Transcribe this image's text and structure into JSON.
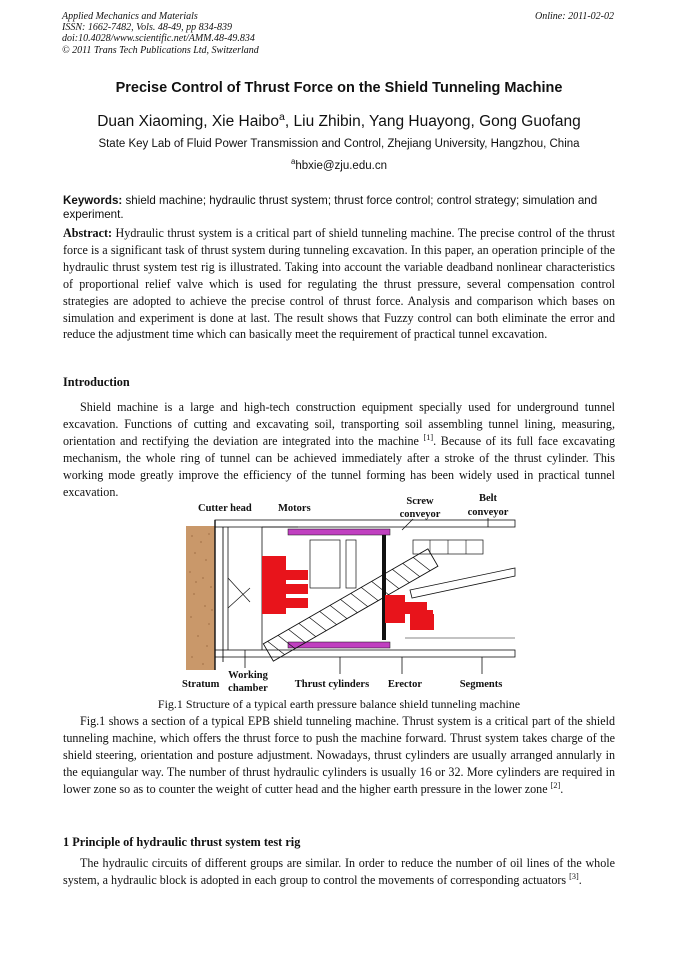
{
  "header": {
    "journal": "Applied Mechanics and Materials",
    "issn": "ISSN: 1662-7482, Vols. 48-49, pp 834-839",
    "doi": "doi:10.4028/www.scientific.net/AMM.48-49.834",
    "copyright": "© 2011 Trans Tech Publications Ltd, Switzerland",
    "online": "Online: 2011-02-02"
  },
  "paper": {
    "title": "Precise Control of Thrust Force on the Shield Tunneling Machine",
    "authors_pre": "Duan Xiaoming, Xie Haibo",
    "authors_sup": "a",
    "authors_post": ", Liu Zhibin, Yang Huayong, Gong Guofang",
    "affiliation": "State Key Lab of Fluid Power Transmission and Control, Zhejiang University, Hangzhou, China",
    "email_sup": "a",
    "email": "hbxie@zju.edu.cn"
  },
  "keywords": {
    "label": "Keywords:",
    "text": " shield machine; hydraulic thrust system; thrust force control; control strategy; simulation and experiment."
  },
  "abstract": {
    "label": "Abstract:",
    "text": " Hydraulic thrust system is a critical part of shield tunneling machine. The precise control of the thrust force is a significant task of thrust system during tunneling excavation. In this paper, an operation principle of the hydraulic thrust system test rig is illustrated. Taking into account the variable deadband nonlinear characteristics of proportional relief valve which is used for regulating the thrust pressure, several compensation control strategies are adopted to achieve the precise control of thrust force. Analysis and comparison which bases on simulation and experiment is done at last. The result shows that Fuzzy control can both eliminate the error and reduce the adjustment time which can basically meet the requirement of practical tunnel excavation."
  },
  "introduction": {
    "heading": "Introduction",
    "p1_a": "Shield machine is a large and high-tech construction equipment specially used for underground tunnel excavation. Functions of cutting and excavating soil, transporting soil assembling tunnel lining, measuring, orientation and rectifying the deviation are integrated into the machine ",
    "p1_ref": "[1]",
    "p1_b": ". Because of its full face excavating mechanism, the whole ring of tunnel can be achieved immediately after a stroke of the thrust cylinder. This working mode greatly improve the efficiency of the tunnel forming has been widely used in practical tunnel excavation."
  },
  "figure1": {
    "labels": {
      "cutter_head": "Cutter head",
      "motors": "Motors",
      "screw_1": "Screw",
      "screw_2": "conveyor",
      "belt_1": "Belt",
      "belt_2": "conveyor",
      "stratum": "Stratum",
      "working_1": "Working",
      "working_2": "chamber",
      "thrust": "Thrust cylinders",
      "erector": "Erector",
      "segments": "Segments"
    },
    "caption": "Fig.1 Structure of a typical earth pressure balance shield tunneling machine",
    "colors": {
      "red": "#e8141b",
      "magenta": "#c040c0",
      "stratum": "#c9986a"
    }
  },
  "fig1_paragraph": {
    "a": "Fig.1 shows a section of a typical EPB shield tunneling machine. Thrust system is a critical part of the shield tunneling machine, which offers the thrust force to push the machine forward. Thrust system takes charge of the shield steering, orientation and posture adjustment. Nowadays, thrust cylinders are usually arranged annularly in the equiangular way. The number of thrust hydraulic cylinders is usually 16 or 32. More cylinders are required in lower zone so as to counter the weight of cutter head and the higher earth pressure in the lower zone ",
    "ref": "[2]",
    "b": "."
  },
  "section1": {
    "heading": "1 Principle of hydraulic thrust system test rig",
    "p_a": "The hydraulic circuits of different groups are similar. In order to reduce the number of oil lines of the whole system, a hydraulic block is adopted in each group to control the movements of corresponding actuators ",
    "p_ref": "[3]",
    "p_b": "."
  }
}
